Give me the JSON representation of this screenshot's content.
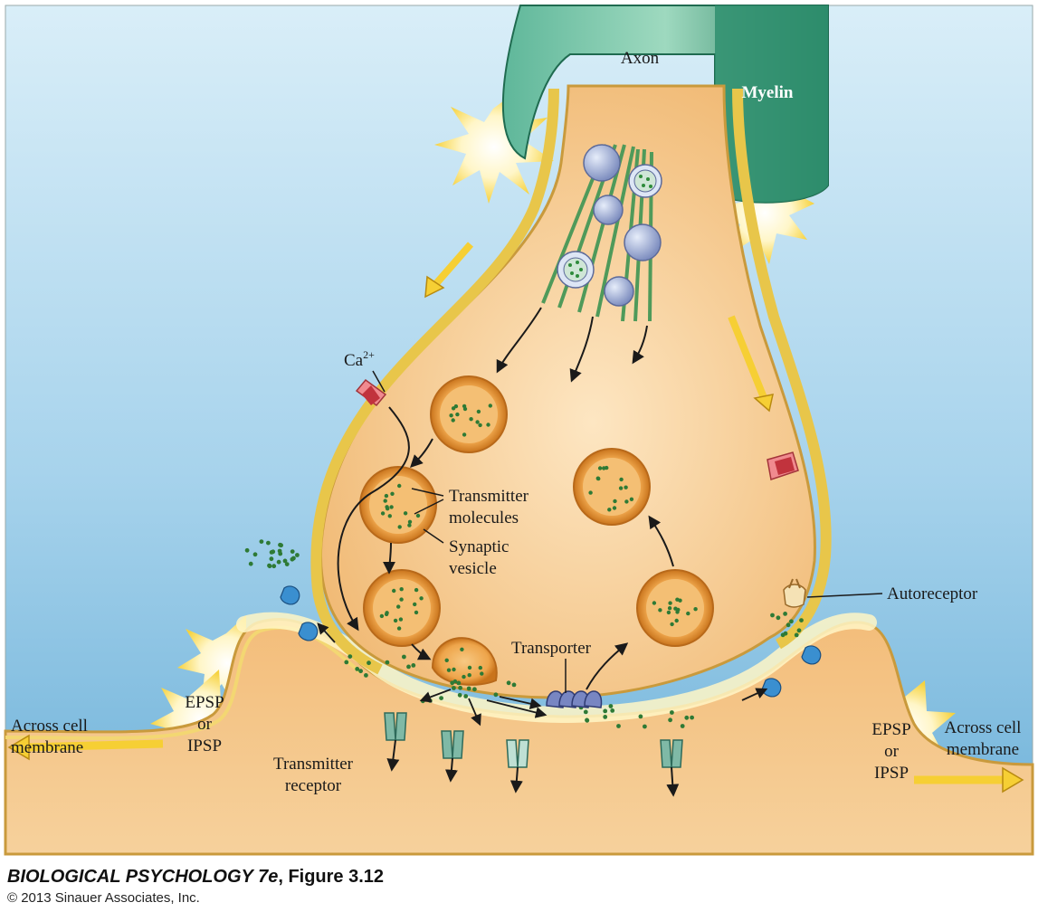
{
  "labels": {
    "axon": "Axon",
    "myelin": "Myelin",
    "calcium": "Ca",
    "calcium_sup": "2+",
    "transmitter_molecules_1": "Transmitter",
    "transmitter_molecules_2": "molecules",
    "synaptic_vesicle_1": "Synaptic",
    "synaptic_vesicle_2": "vesicle",
    "autoreceptor": "Autoreceptor",
    "transporter": "Transporter",
    "epsp_left_1": "EPSP",
    "epsp_left_2": "or",
    "epsp_left_3": "IPSP",
    "epsp_right_1": "EPSP",
    "epsp_right_2": "or",
    "epsp_right_3": "IPSP",
    "across_left_1": "Across cell",
    "across_left_2": "membrane",
    "across_right_1": "Across cell",
    "across_right_2": "membrane",
    "receptor_1": "Transmitter",
    "receptor_2": "receptor"
  },
  "caption": {
    "title": "BIOLOGICAL PSYCHOLOGY 7e",
    "figure": ", Figure 3.12",
    "copyright": "© 2013 Sinauer Associates, Inc."
  },
  "colors": {
    "background_blue": "#7fbde0",
    "terminal_fill": "#f6c98a",
    "membrane_yellow": "#e8c64a",
    "myelin_green": "#2f8f6e",
    "vesicle_orange": "#e89a3c",
    "molecule_green": "#2e8b3a"
  }
}
